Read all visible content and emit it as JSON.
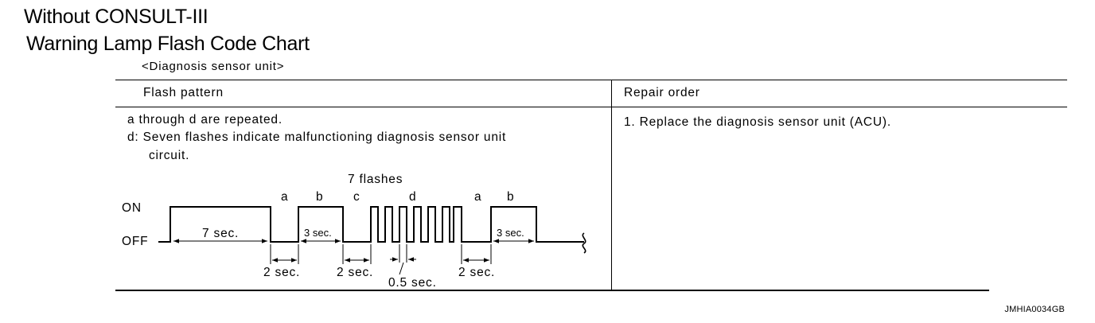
{
  "title": "Without CONSULT-III",
  "subtitle": "Warning Lamp Flash Code Chart",
  "unit": "<Diagnosis sensor unit>",
  "table": {
    "headers": [
      "Flash pattern",
      "Repair order"
    ],
    "pattern_lines": [
      "a through d are repeated.",
      "d: Seven flashes indicate malfunctioning diagnosis sensor unit",
      "circuit."
    ],
    "repair": "1. Replace the diagnosis sensor unit (ACU)."
  },
  "diagram": {
    "on_label": "ON",
    "off_label": "OFF",
    "flashes_label": "7 flashes",
    "segment_letters": [
      "a",
      "b",
      "c",
      "d",
      "a",
      "b"
    ],
    "durations": {
      "on_long": "7 sec.",
      "b": "3 sec.",
      "b2": "3 sec.",
      "gap1": "2 sec.",
      "gap2": "2 sec.",
      "gap3": "2 sec.",
      "flash": "0.5 sec."
    },
    "flash_count": 7
  },
  "figure_code": "JMHIA0034GB"
}
